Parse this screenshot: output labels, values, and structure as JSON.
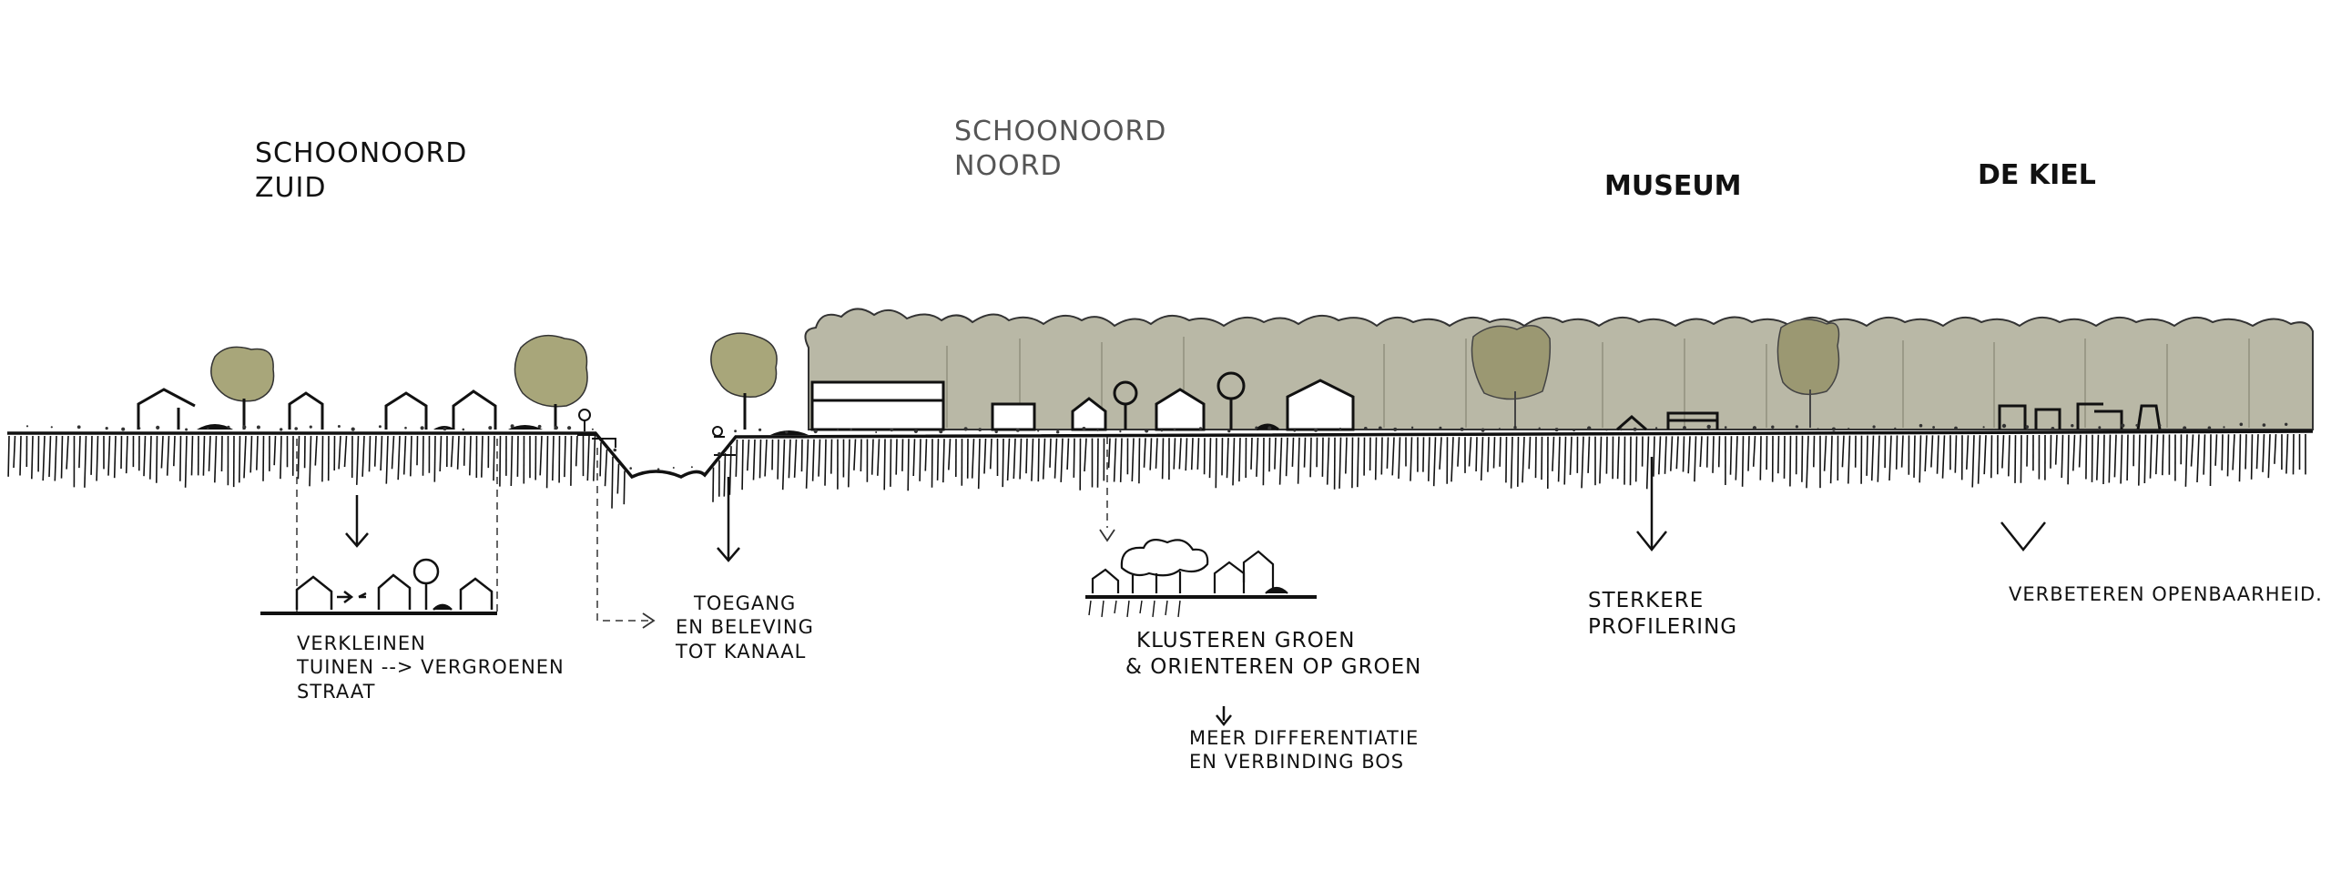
{
  "districts": {
    "schoonoord_zuid": {
      "line1": "SCHOONOORD",
      "line2": "ZUID"
    },
    "schoonoord_noord": {
      "line1": "SCHOONOORD",
      "line2": "NOORD"
    },
    "museum": "MUSEUM",
    "de_kiel": "DE KIEL"
  },
  "notes": {
    "verkleinen": {
      "line1": "VERKLEINEN",
      "line2": "TUINEN --> VERGROENEN",
      "line3": "STRAAT"
    },
    "toegang": {
      "line1": "TOEGANG",
      "line2": "EN BELEVING",
      "line3": "TOT KANAAL"
    },
    "klusteren": {
      "line1": "KLUSTEREN GROEN",
      "line2": "& ORIENTEREN OP GROEN"
    },
    "meer": {
      "line1": "MEER DIFFERENTIATIE",
      "line2": "EN VERBINDING BOS"
    },
    "sterkere": {
      "line1": "STERKERE",
      "line2": "PROFILERING"
    },
    "verbeteren": "VERBETEREN OPENBAARHEID."
  },
  "colors": {
    "ink": "#111111",
    "forest": "#b9b8a6",
    "tree": "#a8a67a",
    "tree_dark": "#8d8a60"
  }
}
